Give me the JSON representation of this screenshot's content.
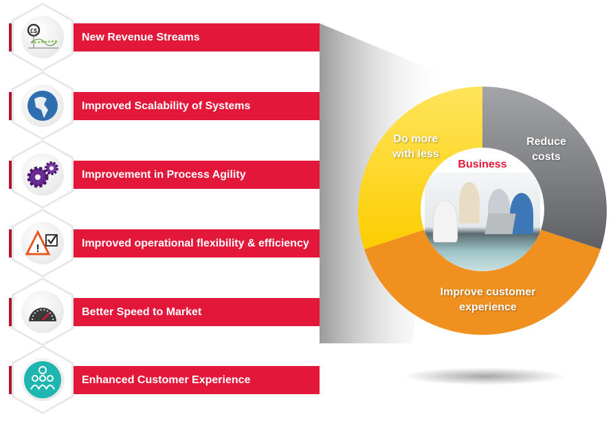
{
  "benefits": [
    {
      "label": "New Revenue Streams",
      "icon": "revenue-chart-icon"
    },
    {
      "label": "Improved Scalability of Systems",
      "icon": "globe-icon"
    },
    {
      "label": "Improvement in Process Agility",
      "icon": "gears-icon"
    },
    {
      "label": "Improved operational flexibility & efficiency",
      "icon": "warning-check-icon"
    },
    {
      "label": "Better Speed to Market",
      "icon": "speedometer-icon"
    },
    {
      "label": "Enhanced Customer Experience",
      "icon": "customers-icon"
    }
  ],
  "wheel": {
    "center_title": "Business",
    "segments": [
      {
        "label_line1": "Reduce",
        "label_line2": "costs",
        "color": "#6d6e72"
      },
      {
        "label_line1": "Improve customer",
        "label_line2": "experience",
        "color": "#f0901e"
      },
      {
        "label_line1": "Do more",
        "label_line2": "with less",
        "color": "#fccd00"
      }
    ]
  },
  "colors": {
    "bar": "#e3173a",
    "accent_text": "#e3173a"
  }
}
